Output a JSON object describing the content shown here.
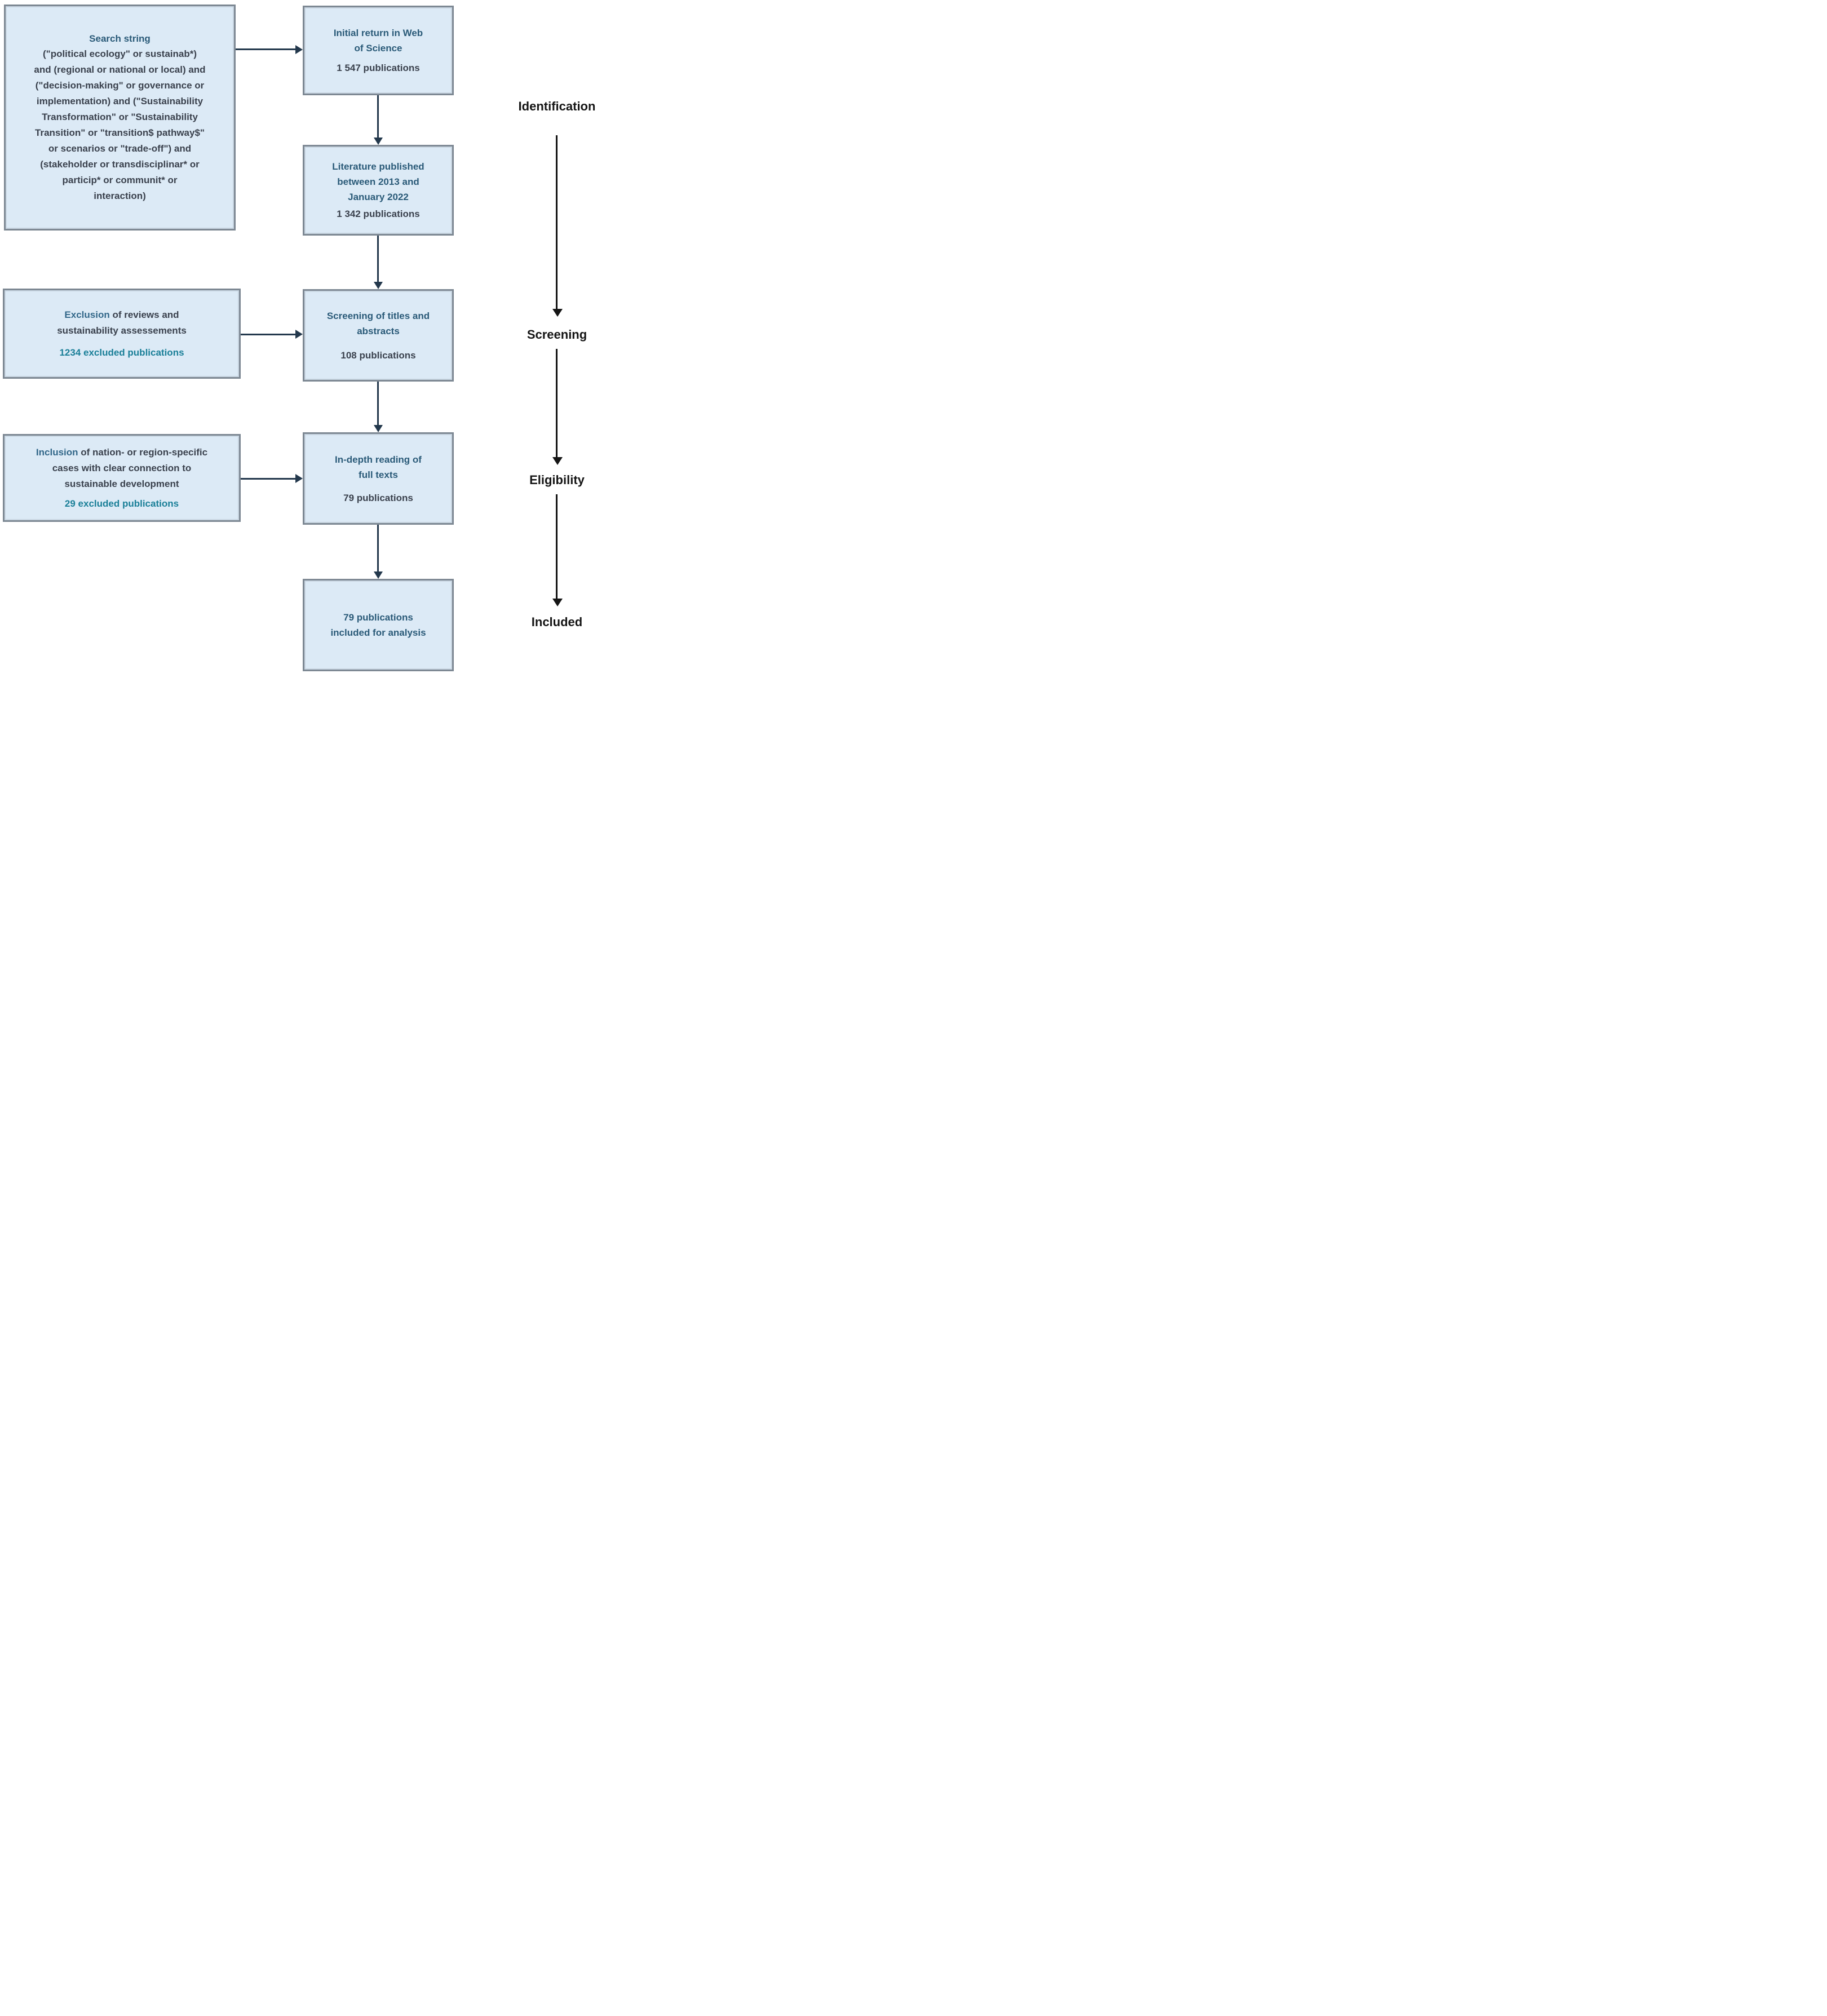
{
  "boxes": {
    "search": {
      "title": "Search string",
      "lines": [
        "(\"political ecology\" or sustainab*)",
        "and (regional or national or local) and",
        "(\"decision-making\" or governance or",
        "implementation) and (\"Sustainability",
        "Transformation\" or \"Sustainability",
        "Transition\" or \"transition$ pathway$\"",
        "or scenarios or \"trade-off\") and",
        "(stakeholder or transdisciplinar* or",
        "particip* or communit* or",
        "interaction)"
      ]
    },
    "initial_return": {
      "title_lines": [
        "Initial return in Web",
        "of Science"
      ],
      "count": "1 547 publications"
    },
    "literature": {
      "title_lines": [
        "Literature published",
        "between 2013 and",
        "January 2022"
      ],
      "count": "1 342 publications"
    },
    "screening": {
      "title_lines": [
        "Screening of titles and",
        "abstracts"
      ],
      "count": "108 publications"
    },
    "exclusion": {
      "lead": "Exclusion",
      "lines": [
        " of reviews and",
        "sustainability assessements"
      ],
      "excluded": "1234 excluded publications"
    },
    "inclusion": {
      "lead": "Inclusion",
      "lines": [
        " of nation- or region-specific",
        "cases with clear connection to",
        "sustainable development"
      ],
      "excluded": "29 excluded publications"
    },
    "in_depth": {
      "title_lines": [
        "In-depth reading of",
        "full texts"
      ],
      "count": "79 publications"
    },
    "final": {
      "title_lines": [
        "79 publications",
        "included for analysis"
      ]
    }
  },
  "stages": {
    "identification": "Identification",
    "screening": "Screening",
    "eligibility": "Eligibility",
    "included": "Included"
  },
  "colors": {
    "box_fill": "#dceaf6",
    "box_border": "#7d8893",
    "heading_blue": "#2a5a78",
    "body_text": "#3a414d",
    "excluded_teal": "#1a7f98",
    "flow_arrow": "#23384c",
    "stage_text": "#151515"
  }
}
